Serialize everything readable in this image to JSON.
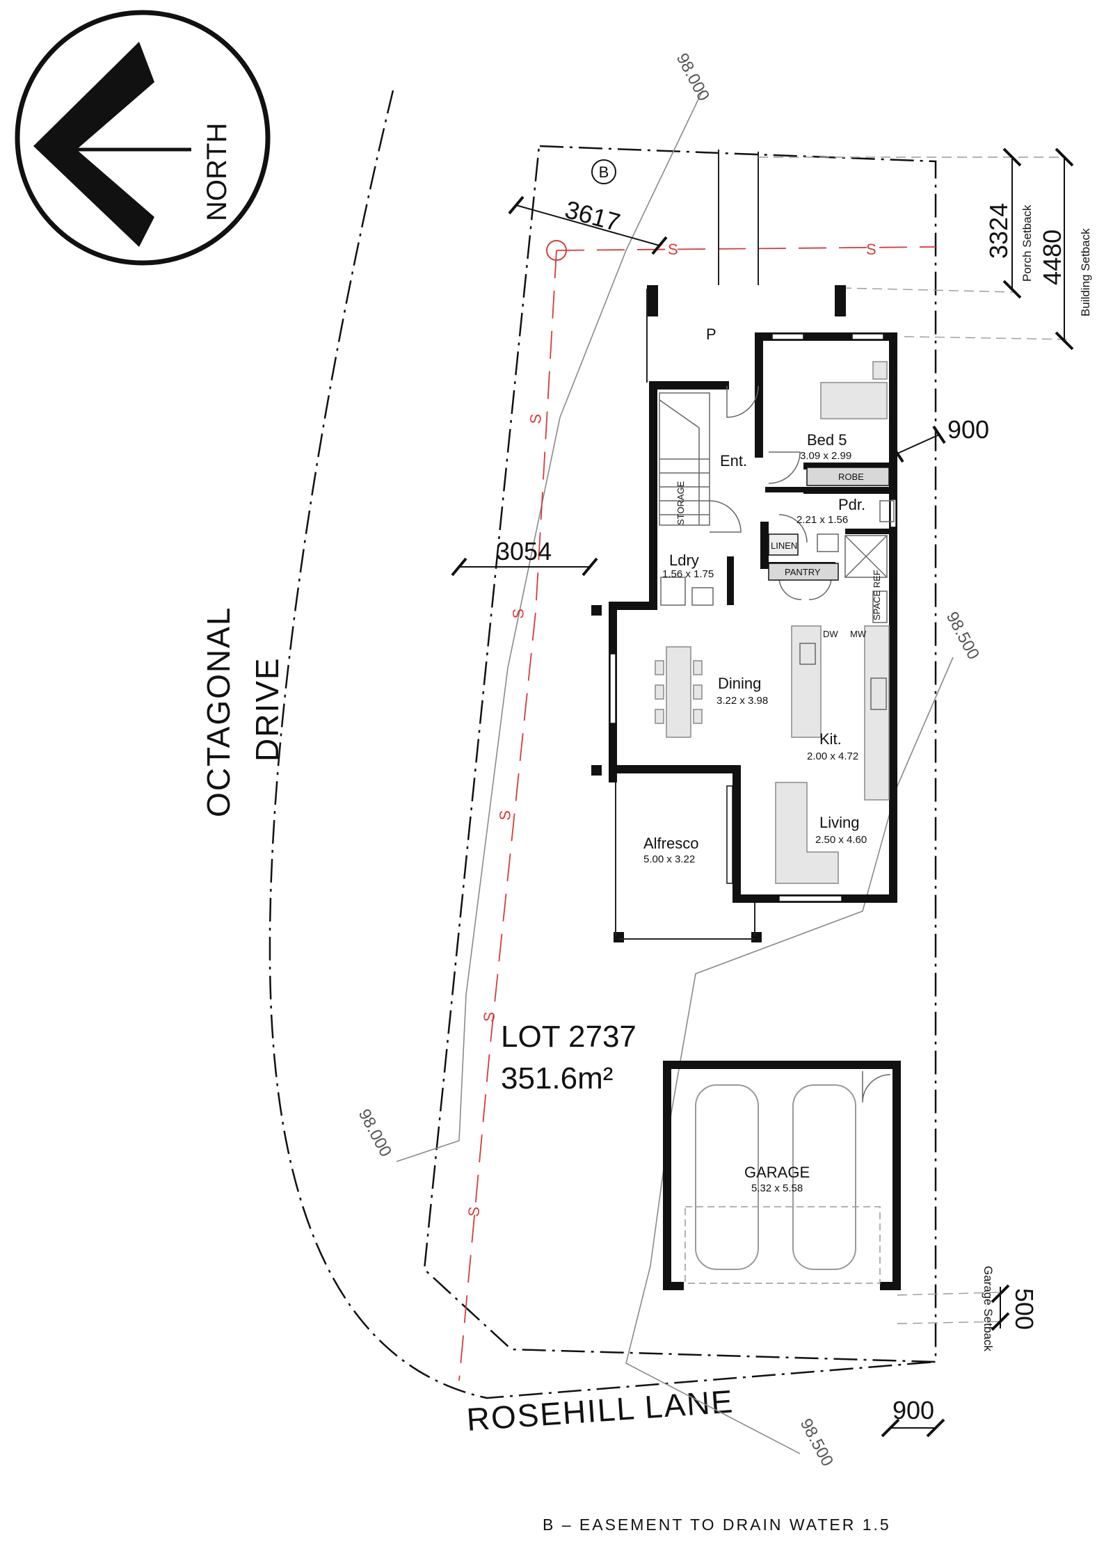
{
  "compass": {
    "label": "NORTH"
  },
  "streets": {
    "side": [
      "OCTAGONAL",
      "DRIVE"
    ],
    "rear": "ROSEHILL LANE"
  },
  "lot": {
    "number": "LOT 2737",
    "area": "351.6m²"
  },
  "easement_marker": "B",
  "note": "B – EASEMENT TO DRAIN WATER 1.5",
  "contours": {
    "top": "98.000",
    "upper_right": "98.500",
    "lower_left": "98.000",
    "bottom": "98.500"
  },
  "sewer_mark": "S",
  "dimensions": {
    "front_offset": "3617",
    "side_offset": "3054",
    "bed_side_setback": "900",
    "rear_side_setback": "900",
    "porch_setback_value": "3324",
    "porch_setback_label": "Porch Setback",
    "building_setback_value": "4480",
    "building_setback_label": "Building Setback",
    "garage_setback_value": "500",
    "garage_setback_label": "Garage Setback"
  },
  "rooms": {
    "porch": {
      "label": "P"
    },
    "bed5": {
      "label": "Bed 5",
      "size": "3.09 x 2.99"
    },
    "robe": {
      "label": "ROBE"
    },
    "entry": {
      "label": "Ent."
    },
    "storage": {
      "label": "STORAGE"
    },
    "powder": {
      "label": "Pdr.",
      "size": "2.21 x 1.56"
    },
    "linen": {
      "label": "LINEN"
    },
    "pantry": {
      "label": "PANTRY"
    },
    "laundry": {
      "label": "Ldry",
      "size": "1.56 x 1.75"
    },
    "space_ref": {
      "label": "SPACE REF"
    },
    "dw": {
      "label": "DW"
    },
    "mw": {
      "label": "MW"
    },
    "dining": {
      "label": "Dining",
      "size": "3.22 x 3.98"
    },
    "kitchen": {
      "label": "Kit.",
      "size": "2.00 x 4.72"
    },
    "living": {
      "label": "Living",
      "size": "2.50 x 4.60"
    },
    "alfresco": {
      "label": "Alfresco",
      "size": "5.00 x 3.22"
    },
    "garage": {
      "label": "GARAGE",
      "size": "5.32 x 5.58"
    }
  }
}
